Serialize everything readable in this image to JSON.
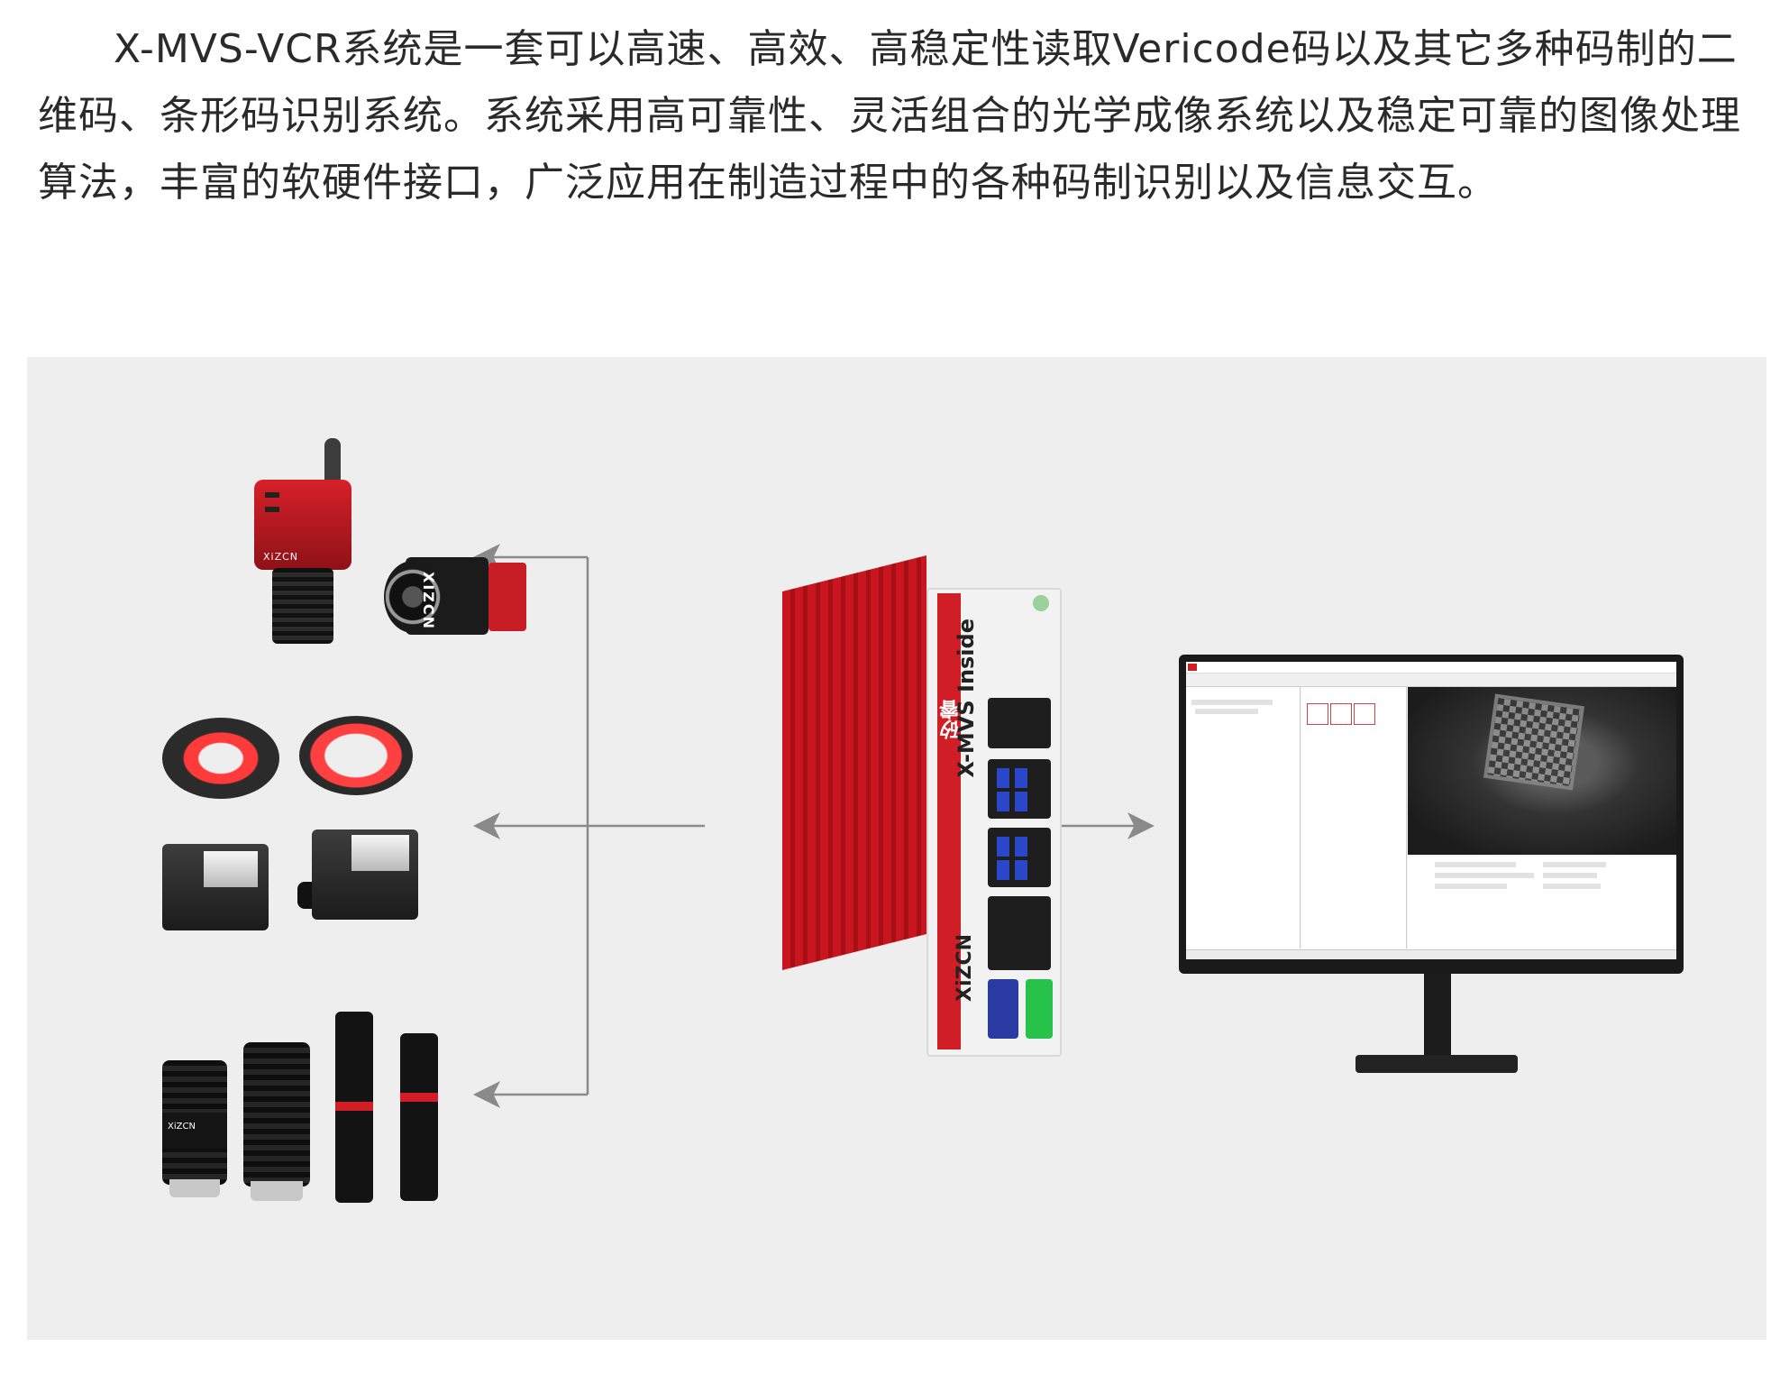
{
  "intro": {
    "text": "X-MVS-VCR系统是一套可以高速、高效、高稳定性读取Vericode码以及其它多种码制的二维码、条形码识别系统。系统采用高可靠性、灵活组合的光学成像系统以及稳定可靠的图像处理算法，丰富的软硬件接口，广泛应用在制造过程中的各种码制识别以及信息交互。"
  },
  "camera": {
    "brand": "XiZCN",
    "side_text": "XIZCN"
  },
  "lens": {
    "brand": "XiZCN"
  },
  "controller": {
    "strip_text": "矽睿",
    "mvs_text": "X-MVS Inside",
    "brand_text": "XiZCN"
  },
  "colors": {
    "brand_red": "#d11e26",
    "panel_bg": "#eeeeee",
    "arrow": "#8a8a8a"
  }
}
